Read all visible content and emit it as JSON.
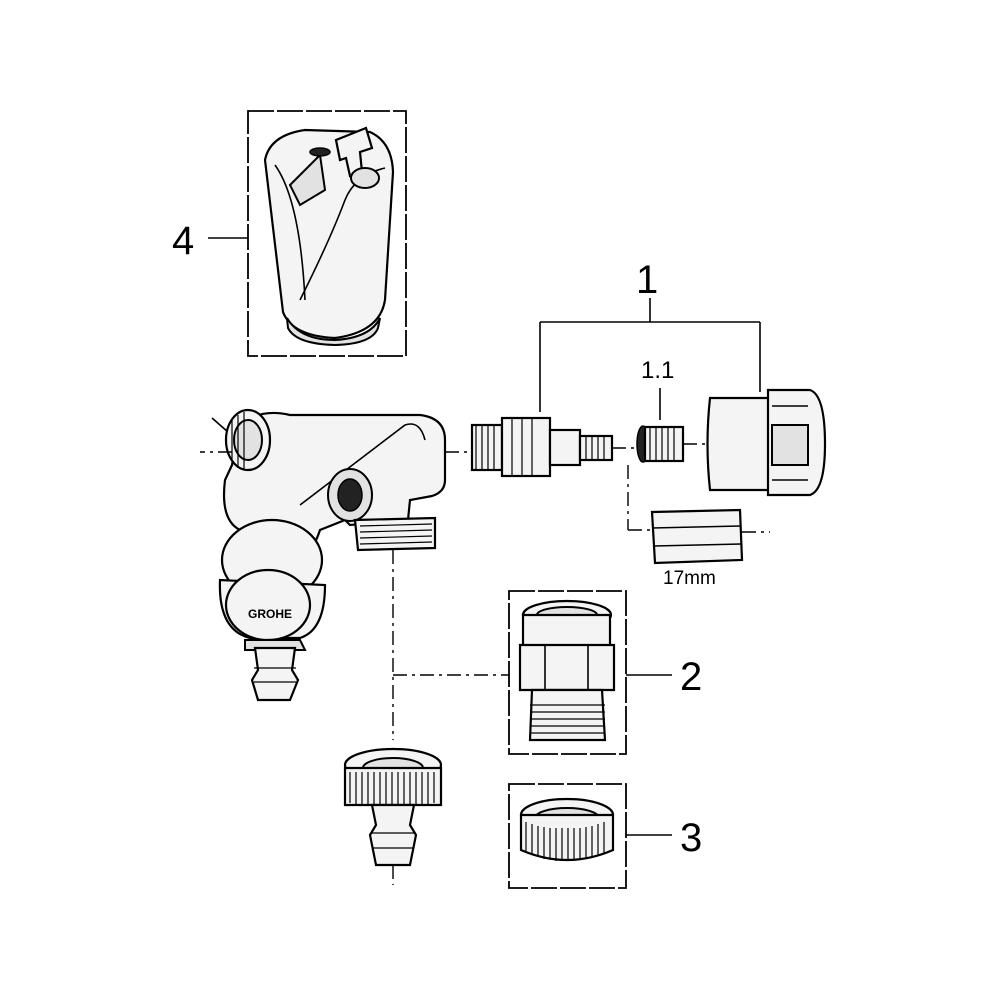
{
  "callouts": {
    "part_1": "1",
    "part_1_1": "1.1",
    "part_2": "2",
    "part_3": "3",
    "part_4": "4"
  },
  "dimension": {
    "wrench_size": "17mm"
  },
  "logo": {
    "text": "GROHE"
  }
}
